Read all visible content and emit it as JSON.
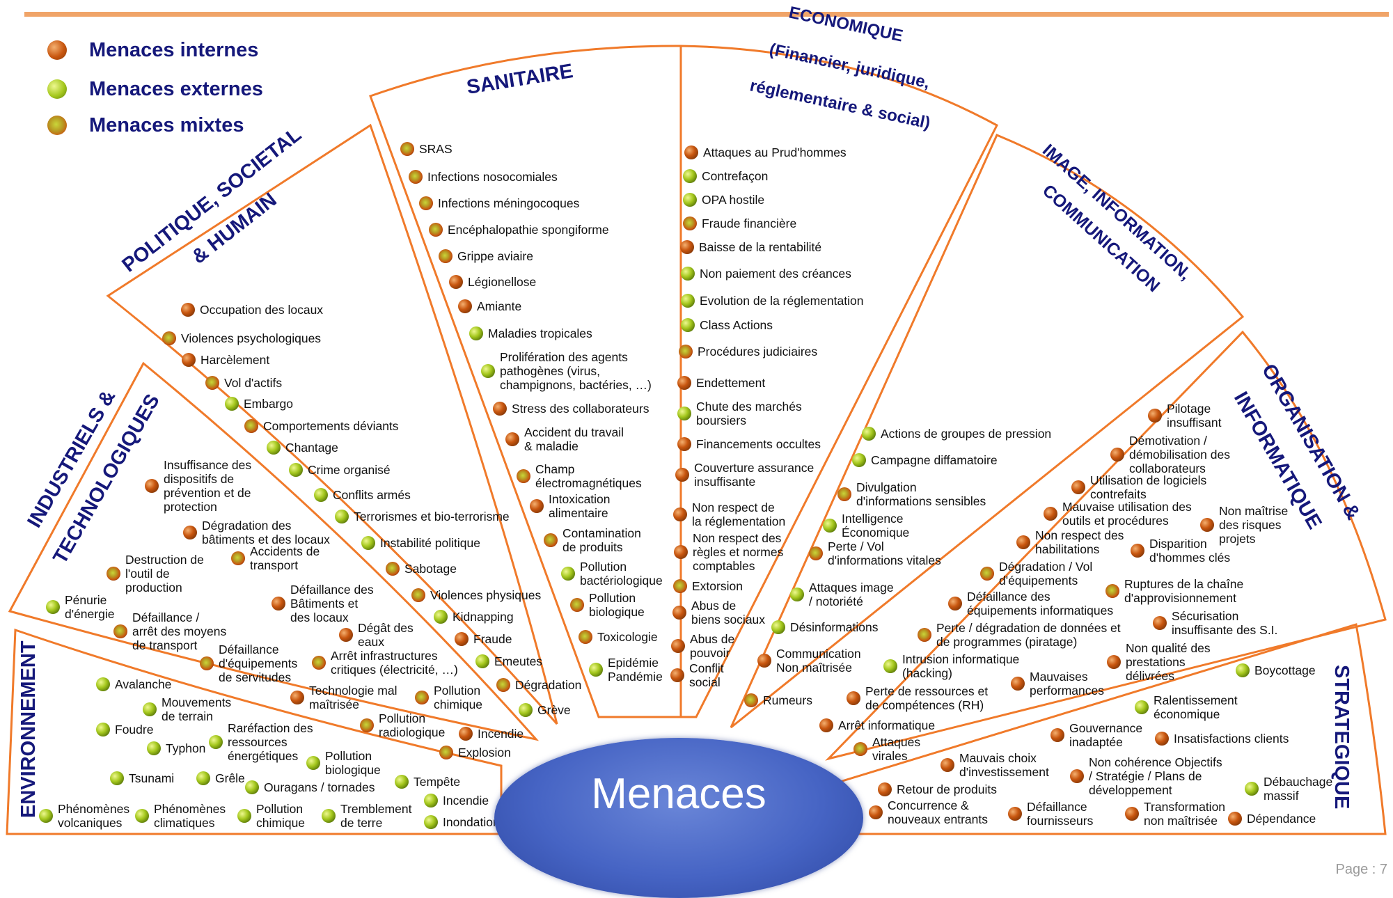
{
  "page_number": "Page : 7",
  "center_label": "Menaces",
  "legend": [
    {
      "label": "Menaces internes",
      "kind": "interne"
    },
    {
      "label": "Menaces externes",
      "kind": "externe"
    },
    {
      "label": "Menaces mixtes",
      "kind": "mixte"
    }
  ],
  "colors": {
    "interne": "#c8560f",
    "externe": "#a5c81e",
    "mixte": "#b89a22",
    "frame": "#f07a2a",
    "title": "#15187a"
  },
  "categories": [
    {
      "id": "environnement",
      "label": "ENVIRONNEMENT"
    },
    {
      "id": "industriels-1",
      "label": "INDUSTRIELS &"
    },
    {
      "id": "industriels-2",
      "label": "TECHNOLOGIQUES"
    },
    {
      "id": "politique-1",
      "label": "POLITIQUE, SOCIETAL"
    },
    {
      "id": "politique-2",
      "label": "& HUMAIN"
    },
    {
      "id": "sanitaire",
      "label": "SANITAIRE"
    },
    {
      "id": "economique-1",
      "label": "ECONOMIQUE"
    },
    {
      "id": "economique-2",
      "label": "(Financier, juridique,"
    },
    {
      "id": "economique-3",
      "label": "réglementaire & social)"
    },
    {
      "id": "image-1",
      "label": "IMAGE, INFORMATION,"
    },
    {
      "id": "image-2",
      "label": "COMMUNICATION"
    },
    {
      "id": "organisation-1",
      "label": "ORGANISATION &"
    },
    {
      "id": "organisation-2",
      "label": "INFORMATIQUE"
    },
    {
      "id": "strategique",
      "label": "STRATEGIQUE"
    }
  ],
  "threats": [
    {
      "t": [
        "Occupation des locaux"
      ],
      "k": "interne"
    },
    {
      "t": [
        "Violences psychologiques"
      ],
      "k": "mixte"
    },
    {
      "t": [
        "Harcèlement"
      ],
      "k": "interne"
    },
    {
      "t": [
        "Vol d'actifs"
      ],
      "k": "mixte"
    },
    {
      "t": [
        "Embargo"
      ],
      "k": "externe"
    },
    {
      "t": [
        "Comportements déviants"
      ],
      "k": "mixte"
    },
    {
      "t": [
        "Chantage"
      ],
      "k": "externe"
    },
    {
      "t": [
        "Crime organisé"
      ],
      "k": "externe"
    },
    {
      "t": [
        "Conflits armés"
      ],
      "k": "externe"
    },
    {
      "t": [
        "Terrorismes et bio-terrorisme"
      ],
      "k": "externe"
    },
    {
      "t": [
        "Instabilité politique"
      ],
      "k": "externe"
    },
    {
      "t": [
        "Sabotage"
      ],
      "k": "mixte"
    },
    {
      "t": [
        "Violences physiques"
      ],
      "k": "mixte"
    },
    {
      "t": [
        "Kidnapping"
      ],
      "k": "externe"
    },
    {
      "t": [
        "Fraude"
      ],
      "k": "interne"
    },
    {
      "t": [
        "Emeutes"
      ],
      "k": "externe"
    },
    {
      "t": [
        "Dégradation"
      ],
      "k": "mixte"
    },
    {
      "t": [
        "Grève"
      ],
      "k": "externe"
    },
    {
      "t": [
        "SRAS"
      ],
      "k": "mixte"
    },
    {
      "t": [
        "Infections nosocomiales"
      ],
      "k": "mixte"
    },
    {
      "t": [
        "Infections méningocoques"
      ],
      "k": "mixte"
    },
    {
      "t": [
        "Encéphalopathie spongiforme"
      ],
      "k": "mixte"
    },
    {
      "t": [
        "Grippe aviaire"
      ],
      "k": "mixte"
    },
    {
      "t": [
        "Légionellose"
      ],
      "k": "interne"
    },
    {
      "t": [
        "Amiante"
      ],
      "k": "interne"
    },
    {
      "t": [
        "Maladies tropicales"
      ],
      "k": "externe"
    },
    {
      "t": [
        "Prolifération des agents",
        "pathogènes (virus,",
        "champignons, bactéries, …)"
      ],
      "k": "externe"
    },
    {
      "t": [
        "Stress des collaborateurs"
      ],
      "k": "interne"
    },
    {
      "t": [
        "Accident du travail",
        "& maladie"
      ],
      "k": "interne"
    },
    {
      "t": [
        "Champ",
        "électromagnétiques"
      ],
      "k": "mixte"
    },
    {
      "t": [
        "Intoxication",
        "alimentaire"
      ],
      "k": "interne"
    },
    {
      "t": [
        "Contamination",
        "de produits"
      ],
      "k": "mixte"
    },
    {
      "t": [
        "Pollution",
        "bactériologique"
      ],
      "k": "externe"
    },
    {
      "t": [
        "Pollution",
        "biologique"
      ],
      "k": "mixte"
    },
    {
      "t": [
        "Toxicologie"
      ],
      "k": "mixte"
    },
    {
      "t": [
        "Epidémie",
        "Pandémie"
      ],
      "k": "externe"
    },
    {
      "t": [
        "Attaques au Prud'hommes"
      ],
      "k": "interne"
    },
    {
      "t": [
        "Contrefaçon"
      ],
      "k": "externe"
    },
    {
      "t": [
        "OPA hostile"
      ],
      "k": "externe"
    },
    {
      "t": [
        "Fraude financière"
      ],
      "k": "mixte"
    },
    {
      "t": [
        "Baisse de la rentabilité"
      ],
      "k": "interne"
    },
    {
      "t": [
        "Non paiement des créances"
      ],
      "k": "externe"
    },
    {
      "t": [
        "Evolution de la réglementation"
      ],
      "k": "externe"
    },
    {
      "t": [
        "Class Actions"
      ],
      "k": "externe"
    },
    {
      "t": [
        "Procédures judiciaires"
      ],
      "k": "mixte"
    },
    {
      "t": [
        "Endettement"
      ],
      "k": "interne"
    },
    {
      "t": [
        "Chute des marchés",
        "boursiers"
      ],
      "k": "externe"
    },
    {
      "t": [
        "Financements occultes"
      ],
      "k": "interne"
    },
    {
      "t": [
        "Couverture assurance",
        "insuffisante"
      ],
      "k": "interne"
    },
    {
      "t": [
        "Non respect de",
        "la réglementation"
      ],
      "k": "interne"
    },
    {
      "t": [
        "Non respect des",
        "règles et normes",
        "comptables"
      ],
      "k": "interne"
    },
    {
      "t": [
        "Extorsion"
      ],
      "k": "mixte"
    },
    {
      "t": [
        "Abus de",
        "biens sociaux"
      ],
      "k": "interne"
    },
    {
      "t": [
        "Abus de",
        "pouvoir"
      ],
      "k": "interne"
    },
    {
      "t": [
        "Conflit",
        "social"
      ],
      "k": "interne"
    },
    {
      "t": [
        "Actions de groupes de pression"
      ],
      "k": "externe"
    },
    {
      "t": [
        "Campagne diffamatoire"
      ],
      "k": "externe"
    },
    {
      "t": [
        "Divulgation",
        "d'informations sensibles"
      ],
      "k": "mixte"
    },
    {
      "t": [
        "Intelligence",
        "Économique"
      ],
      "k": "externe"
    },
    {
      "t": [
        "Perte / Vol",
        "d'informations vitales"
      ],
      "k": "mixte"
    },
    {
      "t": [
        "Attaques image",
        "/ notoriété"
      ],
      "k": "externe"
    },
    {
      "t": [
        "Désinformations"
      ],
      "k": "externe"
    },
    {
      "t": [
        "Communication",
        "Non maîtrisée"
      ],
      "k": "interne"
    },
    {
      "t": [
        "Rumeurs"
      ],
      "k": "mixte"
    },
    {
      "t": [
        "Pilotage",
        "insuffisant"
      ],
      "k": "interne"
    },
    {
      "t": [
        "Démotivation /",
        "démobilisation des",
        "collaborateurs"
      ],
      "k": "interne"
    },
    {
      "t": [
        "Utilisation de logiciels",
        "contrefaits"
      ],
      "k": "interne"
    },
    {
      "t": [
        "Mauvaise utilisation des",
        "outils et procédures"
      ],
      "k": "interne"
    },
    {
      "t": [
        "Non maîtrise",
        "des risques",
        "projets"
      ],
      "k": "interne"
    },
    {
      "t": [
        "Non respect des",
        "habilitations"
      ],
      "k": "interne"
    },
    {
      "t": [
        "Disparition",
        "d'hommes clés"
      ],
      "k": "interne"
    },
    {
      "t": [
        "Dégradation / Vol",
        "d'équipements"
      ],
      "k": "mixte"
    },
    {
      "t": [
        "Ruptures de la chaîne",
        "d'approvisionnement"
      ],
      "k": "mixte"
    },
    {
      "t": [
        "Défaillance des",
        "équipements informatiques"
      ],
      "k": "interne"
    },
    {
      "t": [
        "Sécurisation",
        "insuffisante des S.I."
      ],
      "k": "interne"
    },
    {
      "t": [
        "Perte / dégradation de données et",
        "de programmes (piratage)"
      ],
      "k": "mixte"
    },
    {
      "t": [
        "Non qualité des",
        "prestations",
        "délivrées"
      ],
      "k": "interne"
    },
    {
      "t": [
        "Intrusion informatique",
        "(hacking)"
      ],
      "k": "externe"
    },
    {
      "t": [
        "Mauvaises",
        "performances"
      ],
      "k": "interne"
    },
    {
      "t": [
        "Perte de ressources et",
        "de compétences (RH)"
      ],
      "k": "interne"
    },
    {
      "t": [
        "Arrêt informatique"
      ],
      "k": "interne"
    },
    {
      "t": [
        "Attaques",
        "virales"
      ],
      "k": "mixte"
    },
    {
      "t": [
        "Boycottage"
      ],
      "k": "externe"
    },
    {
      "t": [
        "Ralentissement",
        "économique"
      ],
      "k": "externe"
    },
    {
      "t": [
        "Gouvernance",
        "inadaptée"
      ],
      "k": "interne"
    },
    {
      "t": [
        "Insatisfactions clients"
      ],
      "k": "interne"
    },
    {
      "t": [
        "Mauvais choix",
        "d'investissement"
      ],
      "k": "interne"
    },
    {
      "t": [
        "Non cohérence Objectifs",
        "/ Stratégie / Plans de",
        "développement"
      ],
      "k": "interne"
    },
    {
      "t": [
        "Débauchage",
        "massif"
      ],
      "k": "externe"
    },
    {
      "t": [
        "Retour de produits"
      ],
      "k": "interne"
    },
    {
      "t": [
        "Concurrence &",
        "nouveaux entrants"
      ],
      "k": "interne"
    },
    {
      "t": [
        "Défaillance",
        "fournisseurs"
      ],
      "k": "interne"
    },
    {
      "t": [
        "Transformation",
        "non maîtrisée"
      ],
      "k": "interne"
    },
    {
      "t": [
        "Dépendance"
      ],
      "k": "interne"
    },
    {
      "t": [
        "Insuffisance des",
        "dispositifs de",
        "prévention et de",
        "protection"
      ],
      "k": "interne"
    },
    {
      "t": [
        "Dégradation des",
        "bâtiments et des locaux"
      ],
      "k": "interne"
    },
    {
      "t": [
        "Destruction de",
        "l'outil de",
        "production"
      ],
      "k": "mixte"
    },
    {
      "t": [
        "Accidents de",
        "transport"
      ],
      "k": "mixte"
    },
    {
      "t": [
        "Pénurie",
        "d'énergie"
      ],
      "k": "externe"
    },
    {
      "t": [
        "Défaillance des",
        "Bâtiments et",
        "des locaux"
      ],
      "k": "interne"
    },
    {
      "t": [
        "Défaillance /",
        "arrêt des moyens",
        "de transport"
      ],
      "k": "mixte"
    },
    {
      "t": [
        "Dégât des",
        "eaux"
      ],
      "k": "interne"
    },
    {
      "t": [
        "Défaillance",
        "d'équipements",
        "de servitudes"
      ],
      "k": "mixte"
    },
    {
      "t": [
        "Arrêt infrastructures",
        "critiques (électricité, …)"
      ],
      "k": "mixte"
    },
    {
      "t": [
        "Technologie mal",
        "maîtrisée"
      ],
      "k": "interne"
    },
    {
      "t": [
        "Pollution",
        "chimique"
      ],
      "k": "mixte"
    },
    {
      "t": [
        "Pollution",
        "radiologique"
      ],
      "k": "mixte"
    },
    {
      "t": [
        "Incendie"
      ],
      "k": "interne"
    },
    {
      "t": [
        "Explosion"
      ],
      "k": "mixte"
    },
    {
      "t": [
        "Avalanche"
      ],
      "k": "externe"
    },
    {
      "t": [
        "Mouvements",
        "de terrain"
      ],
      "k": "externe"
    },
    {
      "t": [
        "Foudre"
      ],
      "k": "externe"
    },
    {
      "t": [
        "Raréfaction des",
        "ressources",
        "énergétiques"
      ],
      "k": "externe"
    },
    {
      "t": [
        "Typhon"
      ],
      "k": "externe"
    },
    {
      "t": [
        "Pollution",
        "biologique"
      ],
      "k": "externe"
    },
    {
      "t": [
        "Tsunami"
      ],
      "k": "externe"
    },
    {
      "t": [
        "Grêle"
      ],
      "k": "externe"
    },
    {
      "t": [
        "Ouragans / tornades"
      ],
      "k": "externe"
    },
    {
      "t": [
        "Tempête"
      ],
      "k": "externe"
    },
    {
      "t": [
        "Phénomènes",
        "volcaniques"
      ],
      "k": "externe"
    },
    {
      "t": [
        "Phénomènes",
        "climatiques"
      ],
      "k": "externe"
    },
    {
      "t": [
        "Pollution",
        "chimique"
      ],
      "k": "externe"
    },
    {
      "t": [
        "Tremblement",
        "de terre"
      ],
      "k": "externe"
    },
    {
      "t": [
        "Incendie"
      ],
      "k": "externe"
    },
    {
      "t": [
        "Inondation"
      ],
      "k": "externe"
    }
  ]
}
